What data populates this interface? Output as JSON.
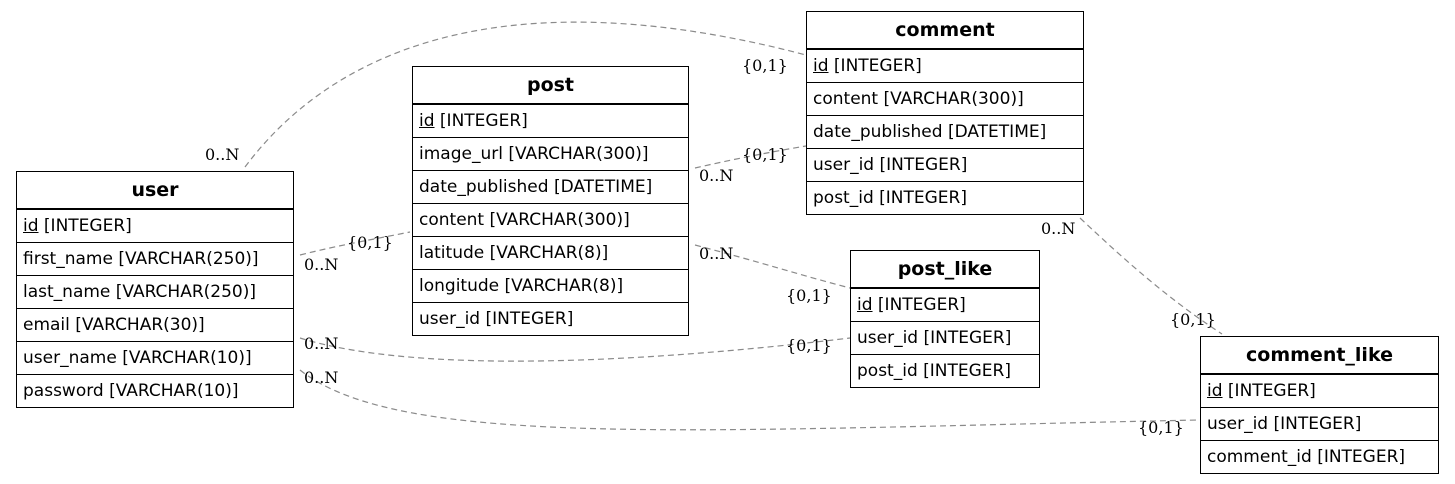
{
  "entities": {
    "user": {
      "title": "user",
      "fields": [
        {
          "name": "id",
          "type": "[INTEGER]"
        },
        {
          "name": "first_name",
          "type": "[VARCHAR(250)]"
        },
        {
          "name": "last_name",
          "type": "[VARCHAR(250)]"
        },
        {
          "name": "email",
          "type": "[VARCHAR(30)]"
        },
        {
          "name": "user_name",
          "type": "[VARCHAR(10)]"
        },
        {
          "name": "password",
          "type": "[VARCHAR(10)]"
        }
      ]
    },
    "post": {
      "title": "post",
      "fields": [
        {
          "name": "id",
          "type": "[INTEGER]"
        },
        {
          "name": "image_url",
          "type": "[VARCHAR(300)]"
        },
        {
          "name": "date_published",
          "type": "[DATETIME]"
        },
        {
          "name": "content",
          "type": "[VARCHAR(300)]"
        },
        {
          "name": "latitude",
          "type": "[VARCHAR(8)]"
        },
        {
          "name": "longitude",
          "type": "[VARCHAR(8)]"
        },
        {
          "name": "user_id",
          "type": "[INTEGER]"
        }
      ]
    },
    "comment": {
      "title": "comment",
      "fields": [
        {
          "name": "id",
          "type": "[INTEGER]"
        },
        {
          "name": "content",
          "type": "[VARCHAR(300)]"
        },
        {
          "name": "date_published",
          "type": "[DATETIME]"
        },
        {
          "name": "user_id",
          "type": "[INTEGER]"
        },
        {
          "name": "post_id",
          "type": "[INTEGER]"
        }
      ]
    },
    "post_like": {
      "title": "post_like",
      "fields": [
        {
          "name": "id",
          "type": "[INTEGER]"
        },
        {
          "name": "user_id",
          "type": "[INTEGER]"
        },
        {
          "name": "post_id",
          "type": "[INTEGER]"
        }
      ]
    },
    "comment_like": {
      "title": "comment_like",
      "fields": [
        {
          "name": "id",
          "type": "[INTEGER]"
        },
        {
          "name": "user_id",
          "type": "[INTEGER]"
        },
        {
          "name": "comment_id",
          "type": "[INTEGER]"
        }
      ]
    }
  },
  "relationships": [
    {
      "from": "user",
      "to": "comment",
      "from_card": "0..N",
      "to_card": "{0,1}"
    },
    {
      "from": "user",
      "to": "post",
      "from_card": "0..N",
      "to_card": "{0,1}"
    },
    {
      "from": "post",
      "to": "comment",
      "from_card": "0..N",
      "to_card": "{0,1}"
    },
    {
      "from": "post",
      "to": "post_like",
      "from_card": "0..N",
      "to_card": "{0,1}"
    },
    {
      "from": "user",
      "to": "post_like",
      "from_card": "0..N",
      "to_card": "{0,1}"
    },
    {
      "from": "comment",
      "to": "comment_like",
      "from_card": "0..N",
      "to_card": "{0,1}"
    },
    {
      "from": "user",
      "to": "comment_like",
      "from_card": "0..N",
      "to_card": "{0,1}"
    }
  ],
  "colors": {
    "edge": "#8a8a8a",
    "border": "#000000"
  }
}
